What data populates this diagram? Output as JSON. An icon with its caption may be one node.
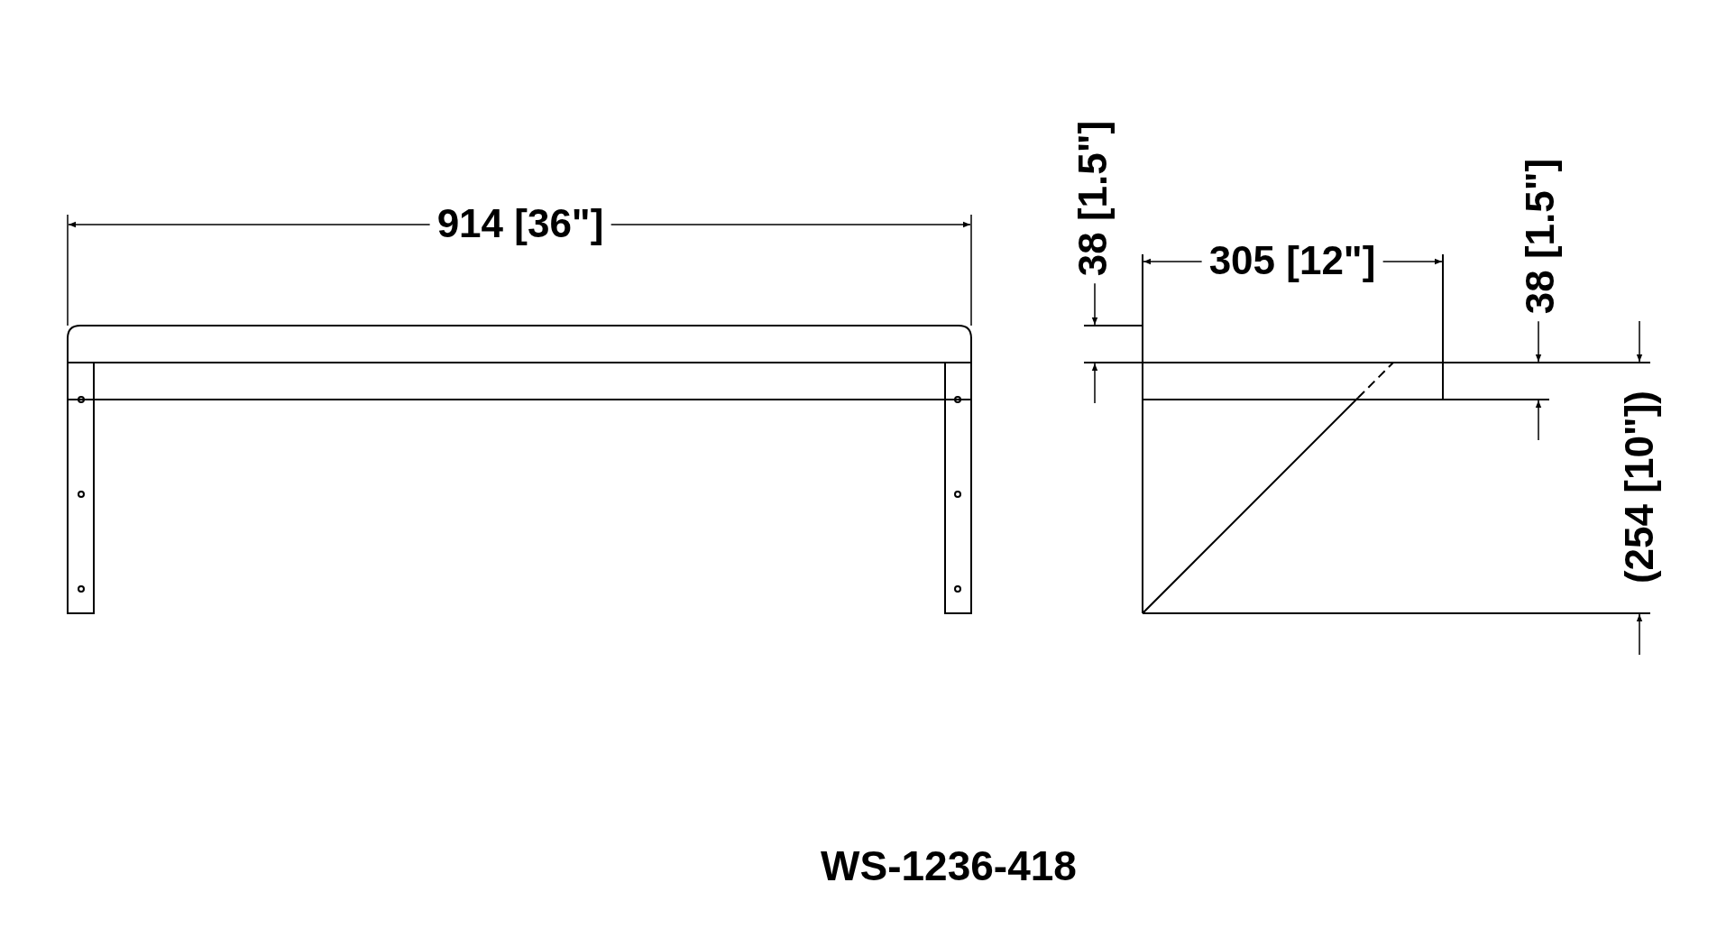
{
  "diagram": {
    "caption": "WS-1236-418",
    "labels": [
      "914 [36\"]",
      "38 [1.5\"]",
      "305 [12\"]",
      "38 [1.5\"]",
      "(254 [10\"])"
    ]
  }
}
